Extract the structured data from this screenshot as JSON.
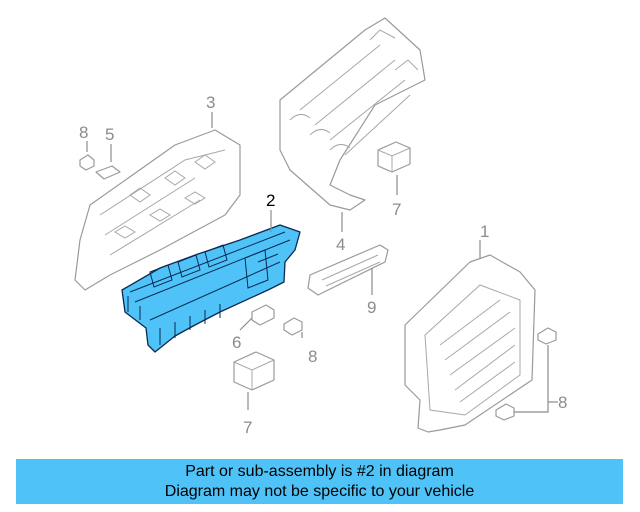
{
  "callouts": {
    "c1": "1",
    "c2": "2",
    "c3": "3",
    "c4": "4",
    "c5": "5",
    "c6": "6",
    "c7a": "7",
    "c7b": "7",
    "c8a": "8",
    "c8b": "8",
    "c8c": "8",
    "c9": "9"
  },
  "banner": {
    "line1": "Part or sub-assembly is #2 in diagram",
    "line2": "Diagram may not be specific to your vehicle"
  },
  "colors": {
    "highlight": "#4fc3f7",
    "banner": "#4fc3f7",
    "outline": "#9a9a9a"
  }
}
